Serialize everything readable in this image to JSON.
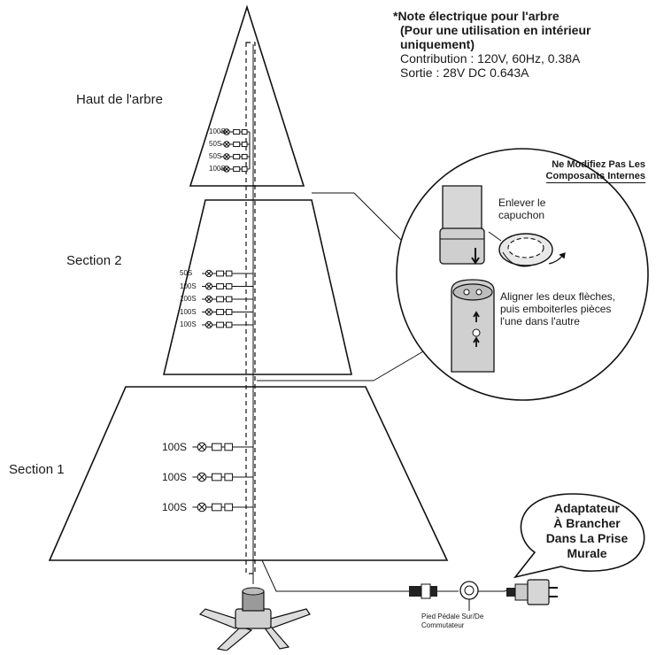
{
  "labels": {
    "top": "Haut de l'arbre",
    "section2": "Section 2",
    "section1": "Section 1"
  },
  "note": {
    "title": [
      "*Note électrique pour l'arbre",
      "(Pour une utilisation en intérieur",
      "uniquement)"
    ],
    "input": "Contribution : 120V, 60Hz, 0.38A",
    "output": "Sortie : 28V DC 0.643A"
  },
  "warning": [
    "Ne Modifiez Pas Les",
    "Composants Internes"
  ],
  "detail": {
    "remove_cap": [
      "Enlever le",
      "capuchon"
    ],
    "align": [
      "Aligner les deux flèches,",
      "puis emboiterles pièces",
      "l'une dans l'autre"
    ]
  },
  "light_strings": {
    "top": [
      "100S",
      "50S",
      "50S",
      "100S"
    ],
    "section2": [
      "50S",
      "100S",
      "100S",
      "100S",
      "100S"
    ],
    "section1": [
      "100S",
      "100S",
      "100S"
    ]
  },
  "pedal_label": [
    "Pied Pédale Sur/De",
    "Commutateur"
  ],
  "adapter_bubble": [
    "Adaptateur",
    "À Brancher",
    "Dans La Prise",
    "Murale"
  ]
}
